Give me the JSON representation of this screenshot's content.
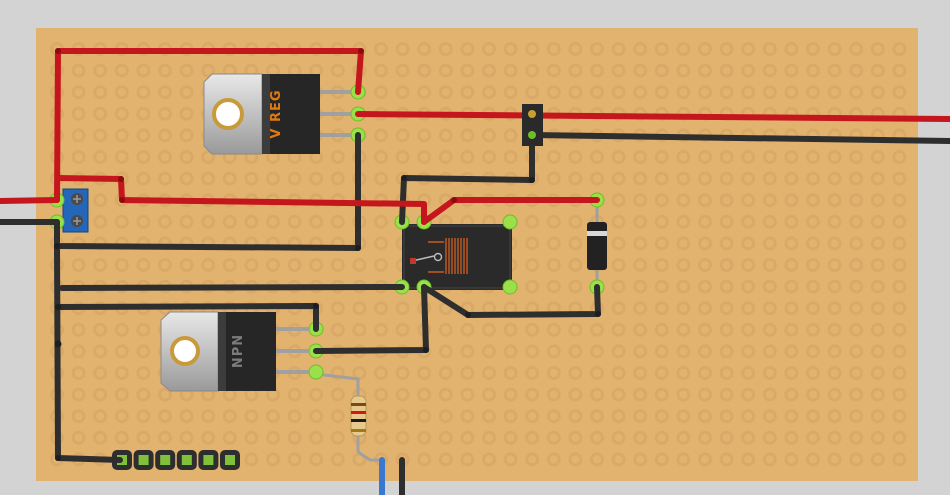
{
  "board": {
    "board_color": "#e2b36f",
    "pad_color": "#d9a968",
    "background_color": "#d3d3d3"
  },
  "wire_colors": {
    "red": "#c4161c",
    "black": "#2e2e2e",
    "blue": "#3a78d0"
  },
  "components": {
    "regulator": {
      "label": "V REG",
      "icon": "to220-regulator-icon"
    },
    "transistor": {
      "label": "NPN",
      "icon": "to220-transistor-icon"
    },
    "relay": {
      "icon": "relay-icon"
    },
    "diode": {
      "icon": "diode-icon"
    },
    "resistor": {
      "icon": "resistor-icon"
    },
    "terminal_block": {
      "icon": "screw-terminal-icon"
    },
    "pin_header": {
      "pins": 6,
      "icon": "pin-header-icon"
    }
  }
}
